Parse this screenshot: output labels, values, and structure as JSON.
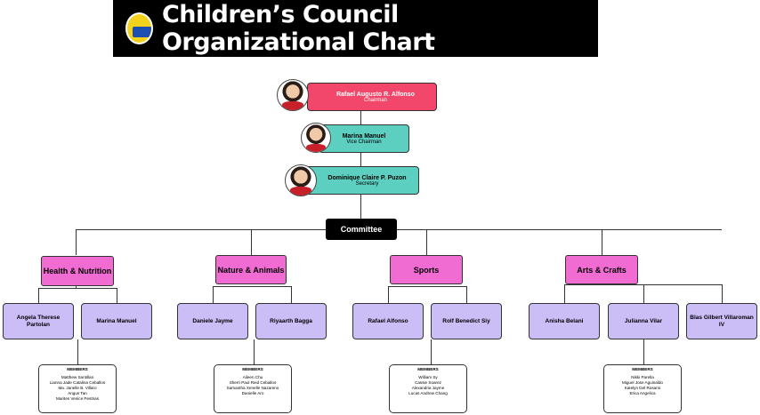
{
  "title": "Children’s Council Organizational Chart",
  "officers": [
    {
      "name": "Rafael Augusto R. Alfonso",
      "role": "Chairman",
      "color": "#f2476a"
    },
    {
      "name": "Marina Manuel",
      "role": "Vice Chairman",
      "color": "#5ccfc0"
    },
    {
      "name": "Dominique Claire P. Puzon",
      "role": "Secretary",
      "color": "#5ccfc0"
    }
  ],
  "committee_label": "Committee",
  "members_heading": "MEMBERS",
  "committees": [
    {
      "name": "Health & Nutrition",
      "heads": [
        "Angela Therese Partolan",
        "Marina Manuel"
      ],
      "members": [
        "Matthew Santillan",
        "Lianna Jade Catalina Ceballos",
        "Ma. Janelle B. Villaro",
        "Angus Tan",
        "Marites Venice Pestrias"
      ]
    },
    {
      "name": "Nature & Animals",
      "heads": [
        "Daniele Jayme",
        "Riyaarth Bagga"
      ],
      "members": [
        "Aileen Chu",
        "Sherri Paul Reid Ceballos",
        "Samantha Xenelle Nazareno",
        "Danielle Aro"
      ]
    },
    {
      "name": "Sports",
      "heads": [
        "Rafael Alfonso",
        "Rolf Benedict Siy"
      ],
      "members": [
        "William Sy",
        "Cassie Soarez",
        "Alexandria Jayme",
        "Lucas Andrew Chang"
      ]
    },
    {
      "name": "Arts & Crafts",
      "heads": [
        "Anisha Belani",
        "Julianna Vilar",
        "Blas Gilbert Villaroman IV"
      ],
      "members": [
        "Nikki Parella",
        "Miguel Jose Aguinaldo",
        "Katelyn Del Rosario",
        "Erica Angelica"
      ]
    }
  ]
}
